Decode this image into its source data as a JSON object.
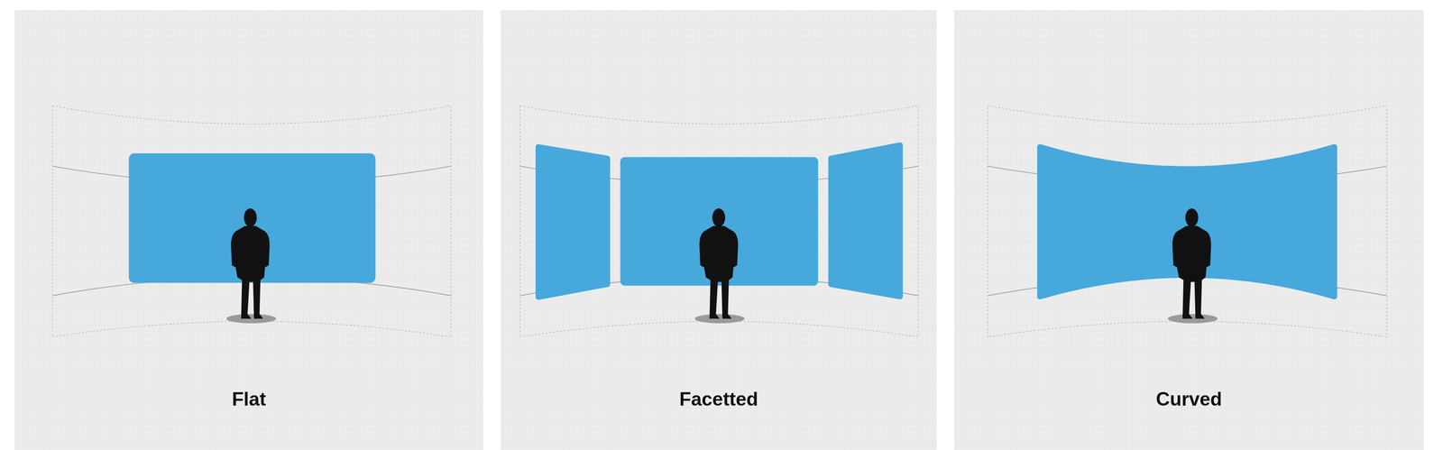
{
  "diagram": {
    "nodes": [
      {
        "text": [
          "Flat"
        ]
      },
      {
        "text": [
          "Facetted"
        ]
      },
      {
        "text": [
          "Curved"
        ]
      }
    ]
  }
}
